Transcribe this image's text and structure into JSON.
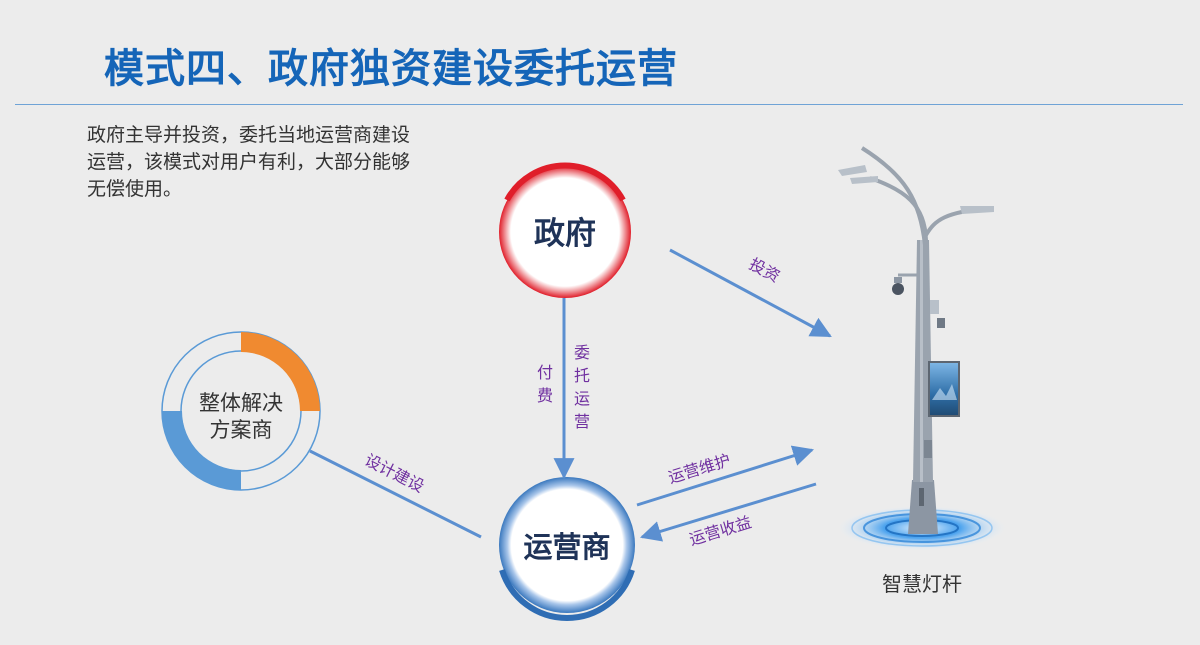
{
  "slide": {
    "title": "模式四、政府独资建设委托运营",
    "description": "政府主导并投资，委托当地运营商建设运营，该模式对用户有利，大部分能够无偿使用。"
  },
  "nodes": {
    "government": "政府",
    "operator": "运营商",
    "solution_provider_line1": "整体解决",
    "solution_provider_line2": "方案商",
    "smart_pole": "智慧灯杆"
  },
  "edges": {
    "invest": "投资",
    "pay": [
      "付",
      "费"
    ],
    "entrust": [
      "委",
      "托",
      "运",
      "营"
    ],
    "design_build": "设计建设",
    "operate_maintain": "运营维护",
    "operate_revenue": "运营收益"
  },
  "colors": {
    "title": "#1565b8",
    "government_ring": "#e01e2a",
    "operator_ring": "#3a78be",
    "donut_orange": "#f08a30",
    "donut_blue": "#5a9ad6",
    "arrow": "#5b8fd0",
    "edge_label": "#7030a0"
  }
}
